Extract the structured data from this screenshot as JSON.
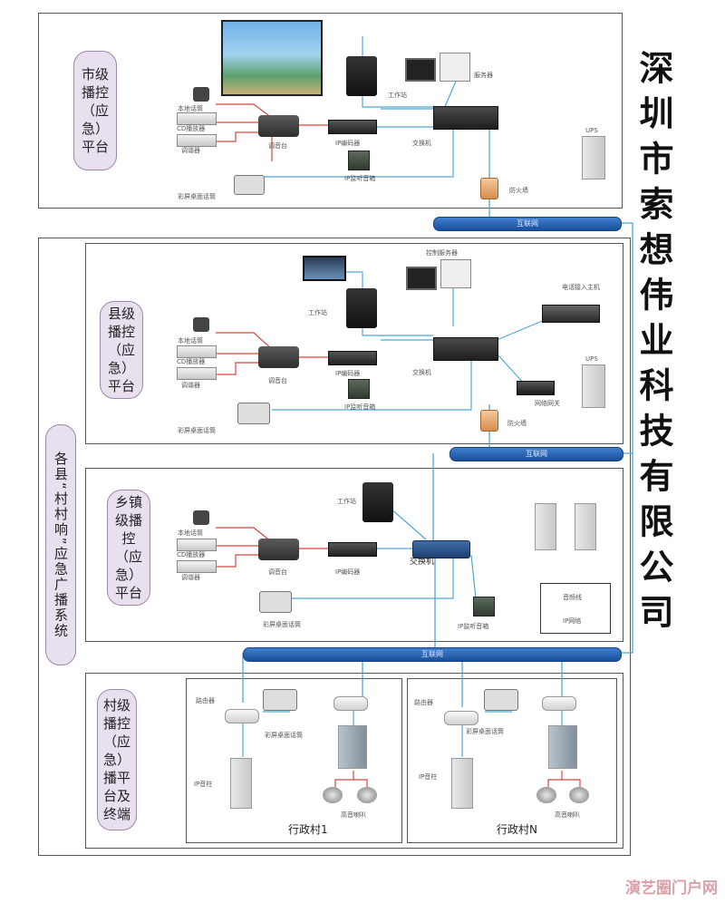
{
  "company_name": "深圳市索想伟业科技有限公司",
  "outer_label": "各县“村村响”应急广播系统",
  "panels": {
    "city": {
      "title": "市级播控（应急）平台",
      "labels": {
        "local_mic": "本地话筒",
        "cd_player": "CD播放器",
        "tuner": "调谐器",
        "mixer": "调音台",
        "ip_encoder": "IP编码器",
        "ip_monitor": "IP监听音箱",
        "workstation": "工作站",
        "switch": "交换机",
        "server": "服务器",
        "firewall": "防火墙",
        "ups": "UPS",
        "paging_mic": "彩屏桌面话筒"
      },
      "network": "互联网"
    },
    "county": {
      "title": "县级播控（应急）平台",
      "labels": {
        "local_mic": "本地话筒",
        "cd_player": "CD播放器",
        "tuner": "调谐器",
        "mixer": "调音台",
        "ip_encoder": "IP编码器",
        "ip_monitor": "IP监听音箱",
        "workstation": "工作站",
        "switch": "交换机",
        "server": "控制服务器",
        "phone_host": "电话接入主机",
        "gateway": "网络网关",
        "firewall": "防火墙",
        "ups": "UPS",
        "paging_mic": "彩屏桌面话筒"
      },
      "network": "互联网"
    },
    "town": {
      "title": "乡镇级播控（应急）平台",
      "labels": {
        "local_mic": "本地话筒",
        "cd_player": "CD播放器",
        "tuner": "调谐器",
        "mixer": "调音台",
        "ip_encoder": "IP编码器",
        "workstation": "工作站",
        "switch": "交换机",
        "ip_monitor": "IP监听音箱",
        "paging_mic": "彩屏桌面话筒"
      },
      "legend": {
        "audio": "音频线",
        "ip": "IP网络"
      },
      "network": "互联网"
    },
    "village": {
      "title": "村级播控（应急）播平台及终端",
      "village_1": {
        "name": "行政村1",
        "router": "路由器",
        "paging_mic": "彩屏桌面话筒",
        "ip_terminal": "IP音柱",
        "horn": "高音喇叭"
      },
      "village_n": {
        "name": "行政村N",
        "router": "路由器",
        "paging_mic": "彩屏桌面话筒",
        "ip_terminal": "IP音柱",
        "horn": "高音喇叭"
      }
    }
  },
  "watermark": "演艺圈门户网",
  "colors": {
    "audio_line": "#d9453d",
    "ip_line": "#4fa7d8",
    "pill_bg": "#e8e0ee",
    "net_bar": "#2460b0"
  }
}
